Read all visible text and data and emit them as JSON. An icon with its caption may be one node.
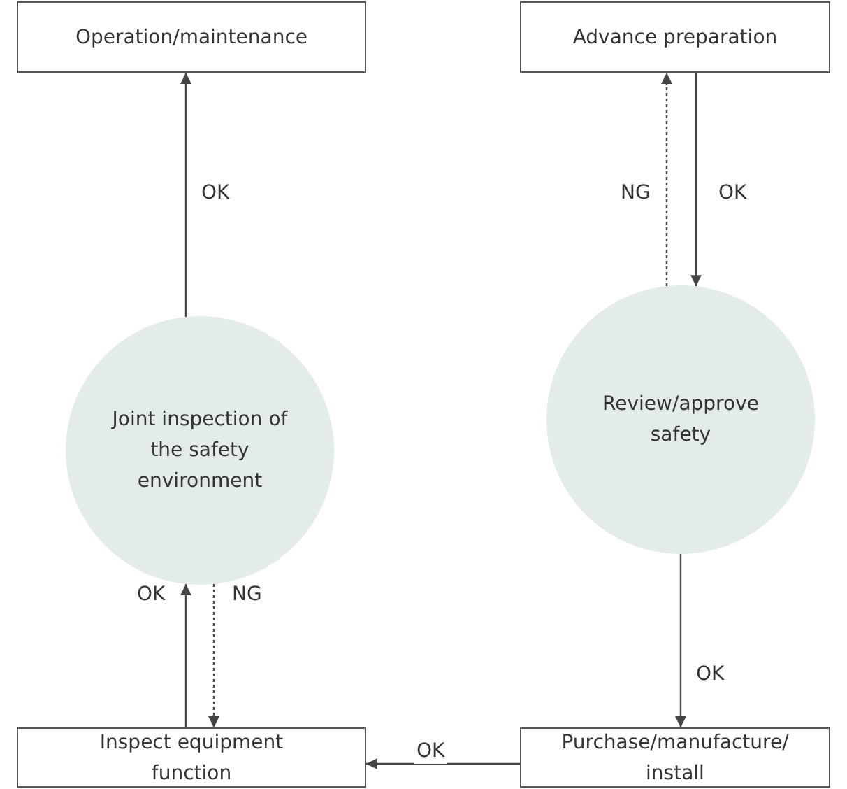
{
  "diagram": {
    "nodes": [
      {
        "text": [
          "Operation/maintenance"
        ]
      },
      {
        "text": [
          "Advance preparation"
        ]
      },
      {
        "text": [
          "Joint inspection of the safety environment"
        ]
      },
      {
        "text": [
          "Review/approve safety"
        ]
      },
      {
        "text": [
          "Inspect equipment function"
        ]
      },
      {
        "text": [
          "Purchase/manufacture/ install"
        ]
      }
    ],
    "edges": [
      {
        "from": 2,
        "to": 0,
        "arrow": "to",
        "label": "OK"
      },
      {
        "from": 3,
        "to": 1,
        "arrow": "to",
        "label": "NG",
        "style": "dashed"
      },
      {
        "from": 1,
        "to": 3,
        "arrow": "to",
        "label": "OK"
      },
      {
        "from": 3,
        "to": 5,
        "arrow": "to",
        "label": "OK"
      },
      {
        "from": 5,
        "to": 4,
        "arrow": "to",
        "label": "OK"
      },
      {
        "from": 4,
        "to": 2,
        "arrow": "to",
        "label": "OK"
      },
      {
        "from": 2,
        "to": 4,
        "arrow": "to",
        "label": "NG",
        "style": "dashed"
      }
    ]
  }
}
